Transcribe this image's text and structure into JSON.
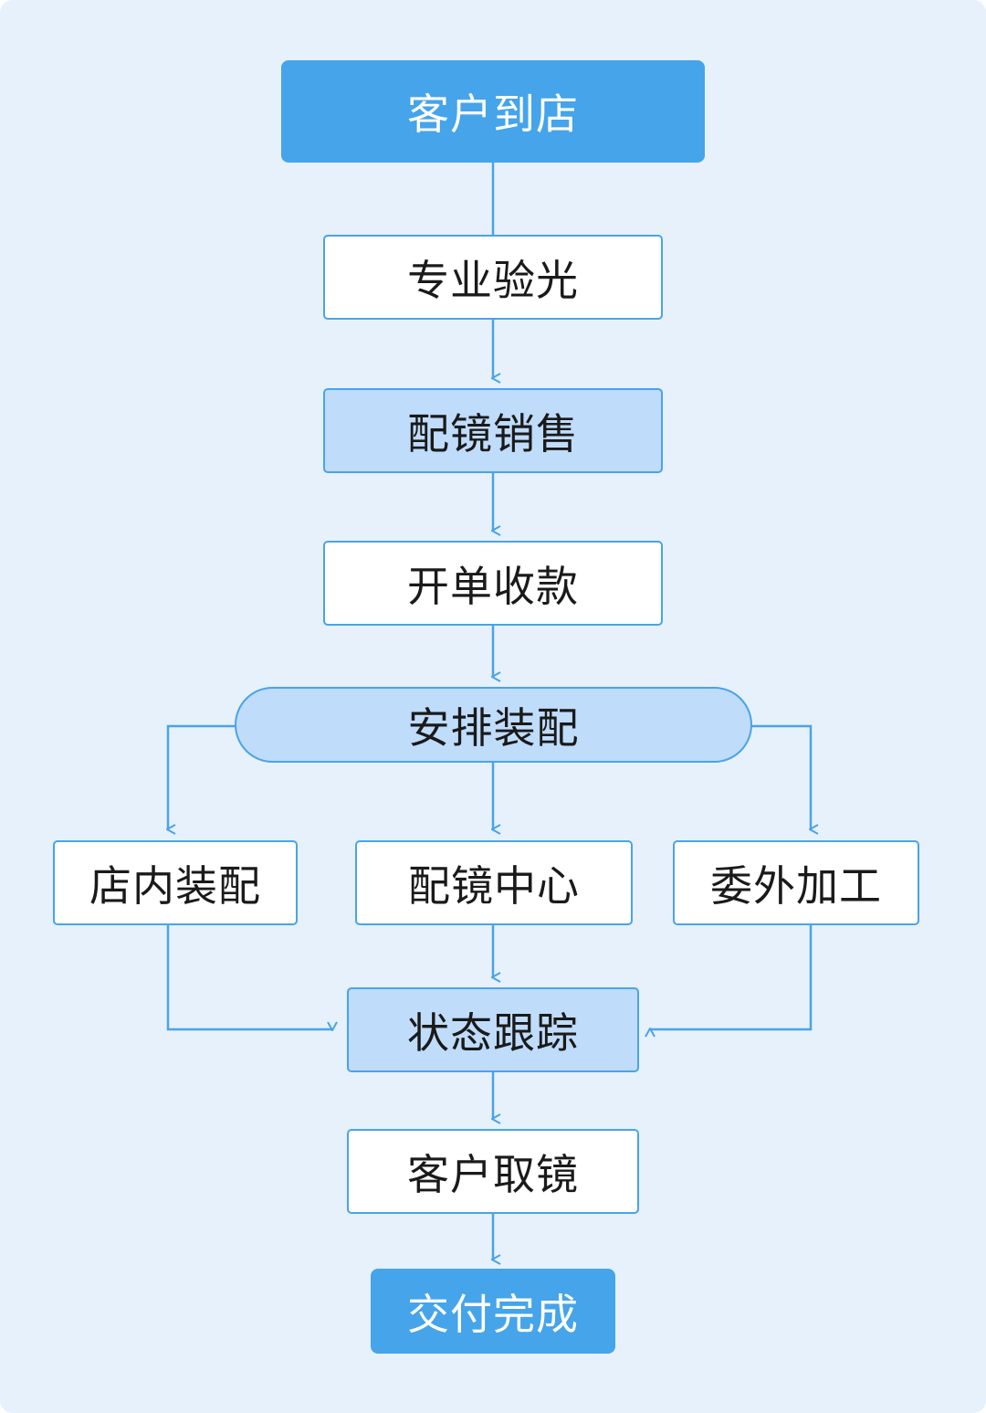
{
  "steps": {
    "arrive": "客户到店",
    "optometry": "专业验光",
    "sales": "配镜销售",
    "billing": "开单收款",
    "assembly_plan": "安排装配",
    "in_store": "店内装配",
    "center": "配镜中心",
    "outsourced": "委外加工",
    "tracking": "状态跟踪",
    "pickup": "客户取镜",
    "complete": "交付完成"
  },
  "colors": {
    "background": "#e6f1fb",
    "line": "#4aa3e8",
    "terminal_fill": "#45a4ea",
    "highlight_fill": "#bfdcfb",
    "box_fill": "#ffffff"
  }
}
